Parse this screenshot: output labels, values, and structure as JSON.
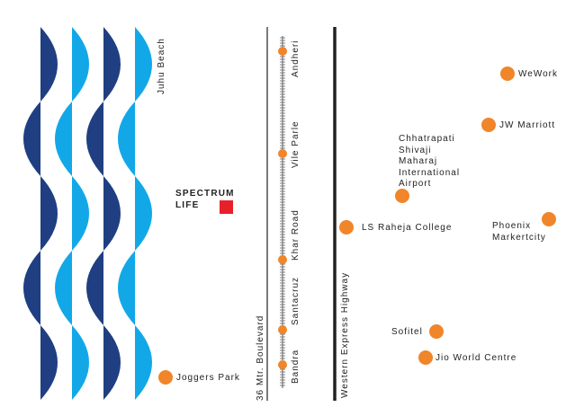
{
  "colors": {
    "wave_dark": "#1f3f82",
    "wave_light": "#12a8e8",
    "marker": "#f0852a",
    "project": "#e8202a",
    "line": "#222222"
  },
  "beach": {
    "label": "Juhu Beach"
  },
  "project": {
    "label": "SPECTRUM\nLIFE"
  },
  "roads": {
    "boulevard": "36 Mtr. Boulevard",
    "highway": "Western Express Highway"
  },
  "stations": [
    {
      "id": "andheri",
      "label": "Andheri"
    },
    {
      "id": "vile-parle",
      "label": "Vile Parle"
    },
    {
      "id": "khar-road",
      "label": "Khar Road"
    },
    {
      "id": "santacruz",
      "label": "Santacruz"
    },
    {
      "id": "bandra",
      "label": "Bandra"
    }
  ],
  "landmarks": [
    {
      "id": "wework",
      "label": "WeWork"
    },
    {
      "id": "jw-marriott",
      "label": "JW Marriott"
    },
    {
      "id": "airport",
      "label": "Chhatrapati\nShivaji\nMaharaj\nInternational\nAirport"
    },
    {
      "id": "ls-raheja",
      "label": "LS Raheja College"
    },
    {
      "id": "phoenix",
      "label": "Phoenix\nMarkertcity"
    },
    {
      "id": "sofitel",
      "label": "Sofitel"
    },
    {
      "id": "jio",
      "label": "Jio World Centre"
    },
    {
      "id": "joggers",
      "label": "Joggers Park"
    }
  ]
}
